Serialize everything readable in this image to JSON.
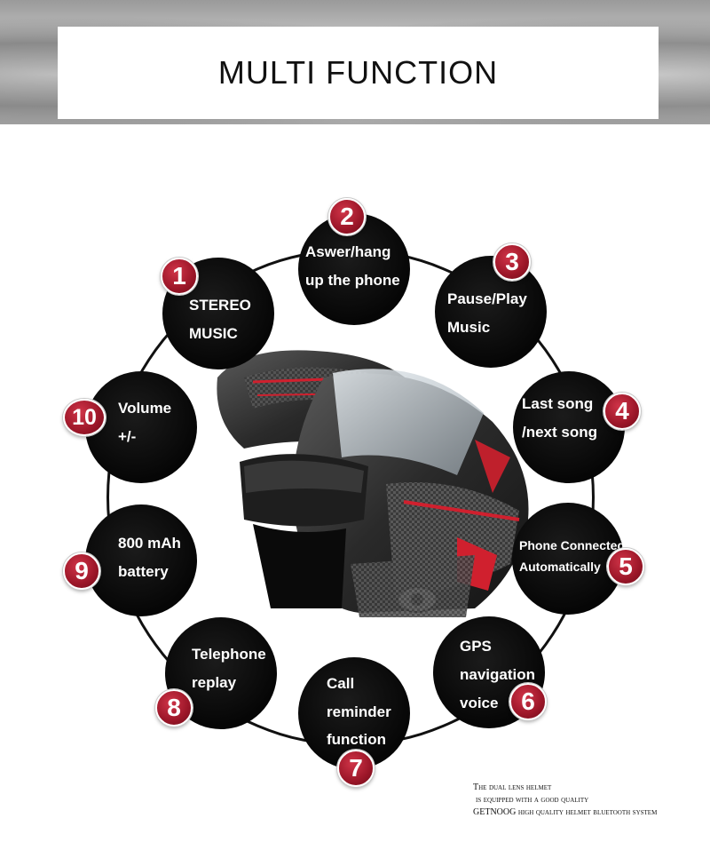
{
  "header": {
    "title": "MULTI FUNCTION"
  },
  "features": [
    {
      "number": "1",
      "line1": "STEREO",
      "line2": "MUSIC"
    },
    {
      "number": "2",
      "line1": "Aswer/hang",
      "line2": "up the phone"
    },
    {
      "number": "3",
      "line1": "Pause/Play",
      "line2": "Music"
    },
    {
      "number": "4",
      "line1": "Last song",
      "line2": "/next song"
    },
    {
      "number": "5",
      "line1": "Phone Connected",
      "line2": "Automatically"
    },
    {
      "number": "6",
      "line1": "GPS",
      "line2": "navigation",
      "line3": "voice"
    },
    {
      "number": "7",
      "line1": "Call",
      "line2": "reminder",
      "line3": "function"
    },
    {
      "number": "8",
      "line1": "Telephone",
      "line2": "replay"
    },
    {
      "number": "9",
      "line1": "800 mAh",
      "line2": "battery"
    },
    {
      "number": "10",
      "line1": "Volume",
      "line2": "+/-"
    }
  ],
  "footnote": {
    "line1": "The dual lens helmet",
    "line2": "is equipped with a good quality",
    "line3": "GETNOOG high quality helmet bluetooth system"
  },
  "colors": {
    "badge": "#9b1628",
    "circle": "#060606",
    "ring": "#111111"
  }
}
